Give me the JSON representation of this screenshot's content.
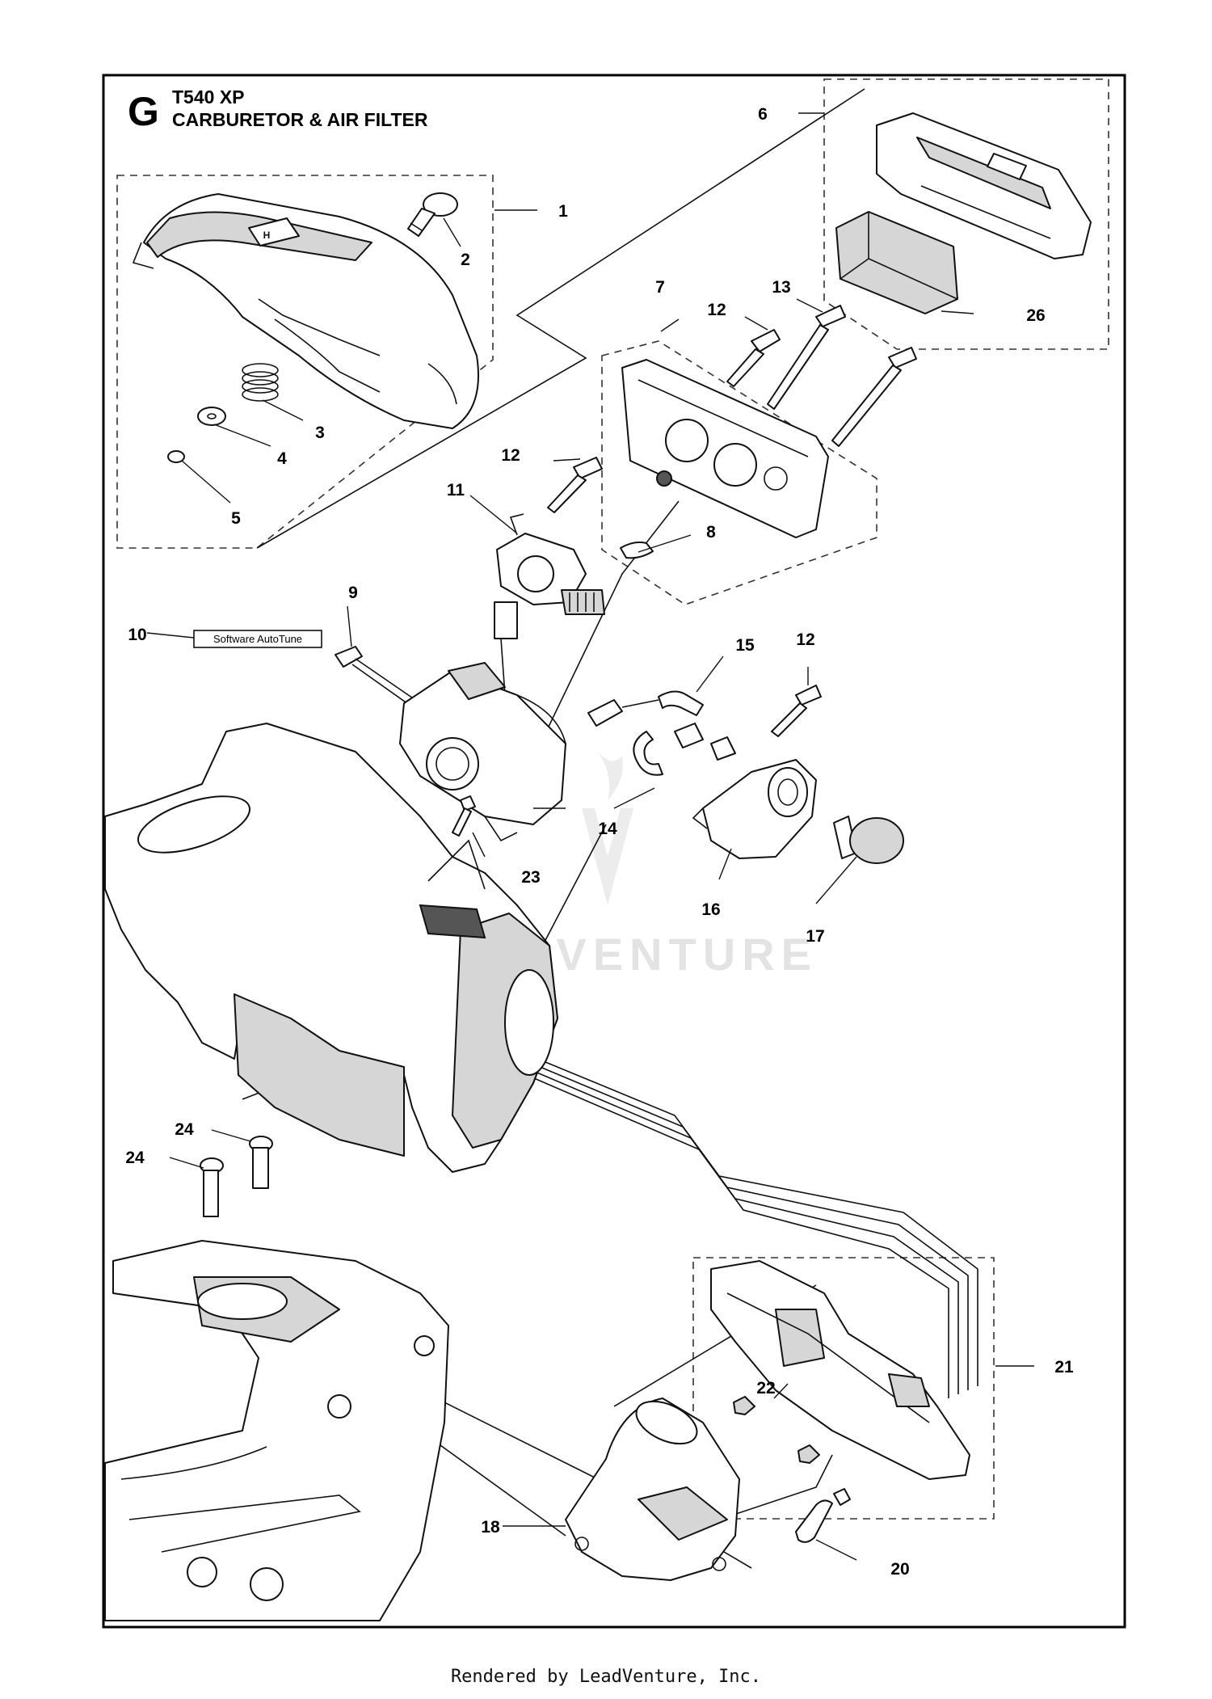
{
  "header": {
    "section_letter": "G",
    "model": "T540 XP",
    "title": "CARBURETOR & AIR FILTER"
  },
  "callouts": [
    {
      "id": "c1",
      "number": "1"
    },
    {
      "id": "c2",
      "number": "2"
    },
    {
      "id": "c3",
      "number": "3"
    },
    {
      "id": "c4",
      "number": "4"
    },
    {
      "id": "c5",
      "number": "5"
    },
    {
      "id": "c6",
      "number": "6"
    },
    {
      "id": "c7",
      "number": "7"
    },
    {
      "id": "c8",
      "number": "8"
    },
    {
      "id": "c9",
      "number": "9"
    },
    {
      "id": "c10",
      "number": "10"
    },
    {
      "id": "c11",
      "number": "11"
    },
    {
      "id": "c12a",
      "number": "12"
    },
    {
      "id": "c12b",
      "number": "12"
    },
    {
      "id": "c12c",
      "number": "12"
    },
    {
      "id": "c13",
      "number": "13"
    },
    {
      "id": "c14",
      "number": "14"
    },
    {
      "id": "c15",
      "number": "15"
    },
    {
      "id": "c16",
      "number": "16"
    },
    {
      "id": "c17",
      "number": "17"
    },
    {
      "id": "c18",
      "number": "18"
    },
    {
      "id": "c20",
      "number": "20"
    },
    {
      "id": "c21",
      "number": "21"
    },
    {
      "id": "c22",
      "number": "22"
    },
    {
      "id": "c23",
      "number": "23"
    },
    {
      "id": "c24a",
      "number": "24"
    },
    {
      "id": "c24b",
      "number": "24"
    },
    {
      "id": "c26",
      "number": "26"
    }
  ],
  "software_box": "Software AutoTune",
  "watermark": "LEADVENTURE",
  "footer": "Rendered by LeadVenture, Inc."
}
